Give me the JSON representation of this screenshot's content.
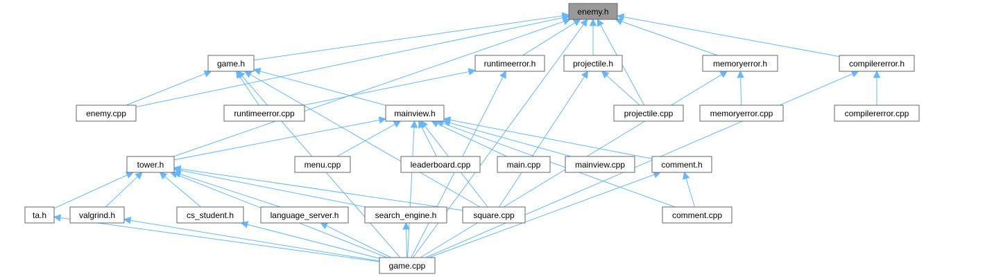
{
  "diagram": {
    "nodes": {
      "enemy_h": {
        "label": "enemy.h",
        "highlight": true
      },
      "game_h": {
        "label": "game.h"
      },
      "runtimeerror_h": {
        "label": "runtimeerror.h"
      },
      "projectile_h": {
        "label": "projectile.h"
      },
      "memoryerror_h": {
        "label": "memoryerror.h"
      },
      "compilererror_h": {
        "label": "compilererror.h"
      },
      "enemy_cpp": {
        "label": "enemy.cpp"
      },
      "runtimeerror_cpp": {
        "label": "runtimeerror.cpp"
      },
      "mainview_h": {
        "label": "mainview.h"
      },
      "projectile_cpp": {
        "label": "projectile.cpp"
      },
      "memoryerror_cpp": {
        "label": "memoryerror.cpp"
      },
      "compilererror_cpp": {
        "label": "compilererror.cpp"
      },
      "tower_h": {
        "label": "tower.h"
      },
      "menu_cpp": {
        "label": "menu.cpp"
      },
      "leaderboard_cpp": {
        "label": "leaderboard.cpp"
      },
      "main_cpp": {
        "label": "main.cpp"
      },
      "mainview_cpp": {
        "label": "mainview.cpp"
      },
      "comment_h": {
        "label": "comment.h"
      },
      "ta_h": {
        "label": "ta.h"
      },
      "valgrind_h": {
        "label": "valgrind.h"
      },
      "cs_student_h": {
        "label": "cs_student.h"
      },
      "language_server_h": {
        "label": "language_server.h"
      },
      "search_engine_h": {
        "label": "search_engine.h"
      },
      "square_cpp": {
        "label": "square.cpp"
      },
      "comment_cpp": {
        "label": "comment.cpp"
      },
      "game_cpp": {
        "label": "game.cpp"
      }
    },
    "edges": [
      [
        "game_h",
        "enemy_h"
      ],
      [
        "runtimeerror_h",
        "enemy_h"
      ],
      [
        "projectile_h",
        "enemy_h"
      ],
      [
        "memoryerror_h",
        "enemy_h"
      ],
      [
        "compilererror_h",
        "enemy_h"
      ],
      [
        "enemy_cpp",
        "enemy_h"
      ],
      [
        "projectile_cpp",
        "enemy_h"
      ],
      [
        "tower_h",
        "enemy_h"
      ],
      [
        "game_cpp",
        "enemy_h"
      ],
      [
        "enemy_cpp",
        "game_h"
      ],
      [
        "runtimeerror_cpp",
        "game_h"
      ],
      [
        "mainview_h",
        "game_h"
      ],
      [
        "square_cpp",
        "game_h"
      ],
      [
        "game_cpp",
        "game_h"
      ],
      [
        "runtimeerror_cpp",
        "runtimeerror_h"
      ],
      [
        "game_cpp",
        "runtimeerror_h"
      ],
      [
        "projectile_cpp",
        "projectile_h"
      ],
      [
        "square_cpp",
        "projectile_h"
      ],
      [
        "memoryerror_cpp",
        "memoryerror_h"
      ],
      [
        "game_cpp",
        "memoryerror_h"
      ],
      [
        "compilererror_cpp",
        "compilererror_h"
      ],
      [
        "game_cpp",
        "compilererror_h"
      ],
      [
        "tower_h",
        "mainview_h"
      ],
      [
        "menu_cpp",
        "mainview_h"
      ],
      [
        "leaderboard_cpp",
        "mainview_h"
      ],
      [
        "main_cpp",
        "mainview_h"
      ],
      [
        "mainview_cpp",
        "mainview_h"
      ],
      [
        "comment_h",
        "mainview_h"
      ],
      [
        "comment_cpp",
        "mainview_h"
      ],
      [
        "square_cpp",
        "mainview_h"
      ],
      [
        "game_cpp",
        "mainview_h"
      ],
      [
        "ta_h",
        "tower_h"
      ],
      [
        "valgrind_h",
        "tower_h"
      ],
      [
        "cs_student_h",
        "tower_h"
      ],
      [
        "language_server_h",
        "tower_h"
      ],
      [
        "search_engine_h",
        "tower_h"
      ],
      [
        "square_cpp",
        "tower_h"
      ],
      [
        "game_cpp",
        "tower_h"
      ],
      [
        "comment_cpp",
        "comment_h"
      ],
      [
        "game_cpp",
        "comment_h"
      ],
      [
        "game_cpp",
        "ta_h"
      ],
      [
        "game_cpp",
        "valgrind_h"
      ],
      [
        "game_cpp",
        "cs_student_h"
      ],
      [
        "game_cpp",
        "language_server_h"
      ],
      [
        "game_cpp",
        "search_engine_h"
      ]
    ],
    "colors": {
      "edge": "#63b8ff",
      "node_border": "#666666",
      "highlight_fill": "#999999"
    }
  }
}
